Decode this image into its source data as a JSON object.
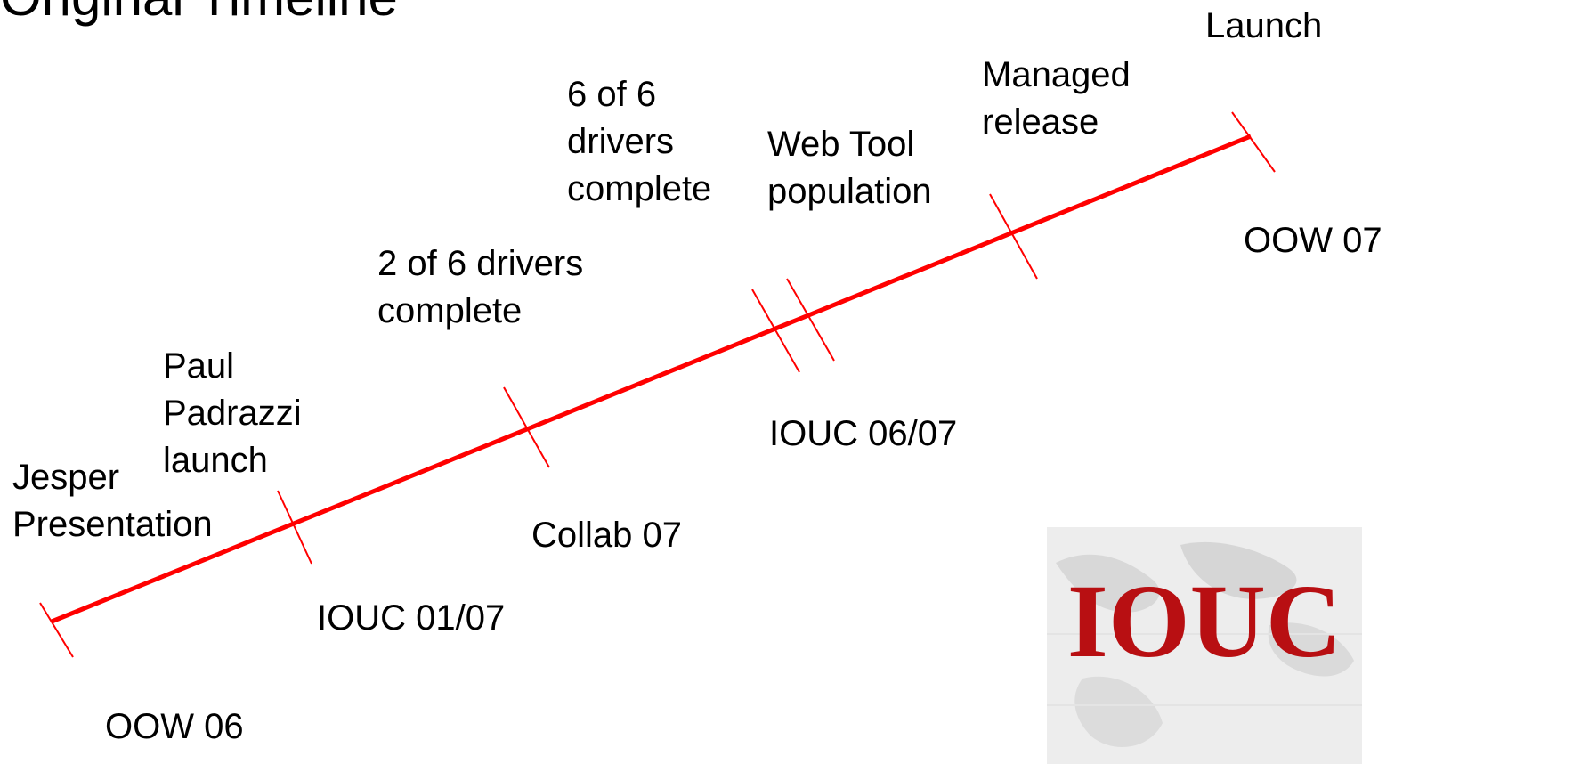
{
  "slide": {
    "title": "Original Timeline"
  },
  "milestones_above": [
    {
      "id": "jesper",
      "lines": [
        "Jesper",
        "Presentation"
      ]
    },
    {
      "id": "paul",
      "lines": [
        "Paul",
        "Padrazzi",
        "launch"
      ]
    },
    {
      "id": "two_drivers",
      "lines": [
        "2 of 6 drivers",
        "complete"
      ]
    },
    {
      "id": "six_drivers",
      "lines": [
        "6 of 6",
        "drivers",
        "complete"
      ]
    },
    {
      "id": "web_tool",
      "lines": [
        "Web Tool",
        "population"
      ]
    },
    {
      "id": "managed",
      "lines": [
        "Managed",
        "release"
      ]
    },
    {
      "id": "launch",
      "lines": [
        "Launch"
      ]
    }
  ],
  "events_below": [
    {
      "id": "oow06",
      "label": "OOW 06"
    },
    {
      "id": "iouc0107",
      "label": "IOUC 01/07"
    },
    {
      "id": "collab07",
      "label": "Collab 07"
    },
    {
      "id": "iouc0607",
      "label": "IOUC 06/07"
    },
    {
      "id": "oow07",
      "label": "OOW 07"
    }
  ],
  "logo": {
    "text": "IOUC"
  },
  "colors": {
    "timeline": "#ff0000",
    "text": "#000000",
    "logo_red": "#b80f12",
    "logo_bg": "#ededed"
  }
}
